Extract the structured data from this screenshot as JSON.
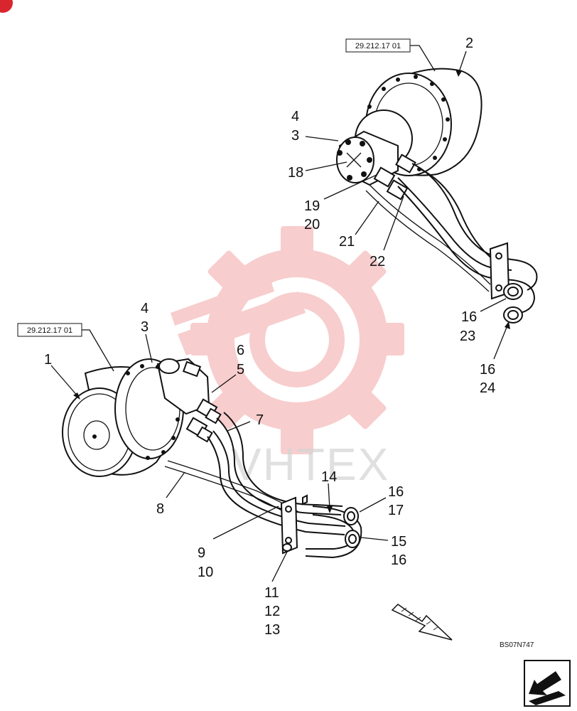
{
  "diagram": {
    "reference_boxes": {
      "top": "29.212.17 01",
      "left": "29.212.17 01"
    },
    "drawing_code": "BS07N747",
    "watermark": "VHTEX",
    "callouts": {
      "c1": "1",
      "c2": "2",
      "c3a": "3",
      "c4a": "4",
      "c3b": "3",
      "c4b": "4",
      "c18": "18",
      "c19": "19",
      "c20": "20",
      "c21": "21",
      "c22": "22",
      "c16a": "16",
      "c23": "23",
      "c16b": "16",
      "c24": "24",
      "c5": "5",
      "c6": "6",
      "c7": "7",
      "c8": "8",
      "c9": "9",
      "c10": "10",
      "c11": "11",
      "c12": "12",
      "c13": "13",
      "c14": "14",
      "c16c": "16",
      "c17": "17",
      "c15": "15",
      "c16d": "16"
    },
    "colors": {
      "watermark_red": "#f4a6a6",
      "watermark_grey": "#d4d4d4",
      "corner_badge": "#d9262e",
      "line": "#111111"
    }
  }
}
